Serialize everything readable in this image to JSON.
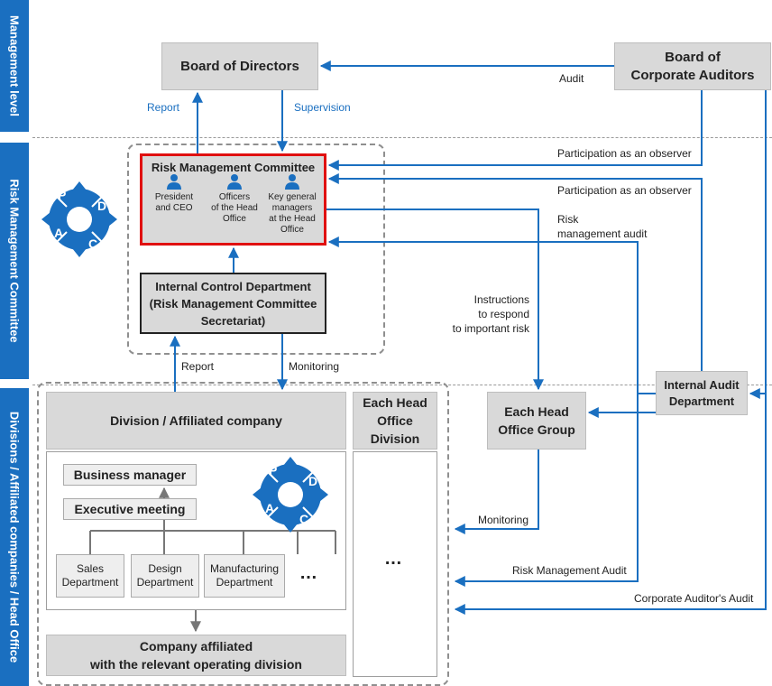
{
  "bands": {
    "management": "Management level",
    "risk": "Risk Management Committee",
    "divisions": "Divisions / Affiliated companies / Head Office"
  },
  "board": "Board of Directors",
  "auditors": [
    "Board of",
    "Corporate Auditors"
  ],
  "arrows": {
    "audit": "Audit",
    "report_top": "Report",
    "supervision": "Supervision",
    "observer1": "Participation as an observer",
    "observer2": "Participation as an observer",
    "rm_audit": [
      "Risk",
      "management audit"
    ],
    "instructions": [
      "Instructions",
      "to respond",
      "to important risk"
    ],
    "report_mid": "Report",
    "monitoring_mid": "Monitoring",
    "monitoring_bottom": "Monitoring",
    "rm_audit_bottom": "Risk Management Audit",
    "ca_audit": "Corporate Auditor's Audit"
  },
  "committee": {
    "title": "Risk Management Committee",
    "members": [
      [
        "President",
        "and CEO"
      ],
      [
        "Officers",
        "of the Head",
        "Office"
      ],
      [
        "Key general",
        "managers",
        "at the Head",
        "Office"
      ]
    ]
  },
  "internal_control": [
    "Internal Control Department",
    "(Risk Management Committee",
    "Secretariat)"
  ],
  "pdca": [
    "P",
    "D",
    "C",
    "A"
  ],
  "internal_audit": [
    "Internal Audit",
    "Department"
  ],
  "head_office_group": [
    "Each Head",
    "Office Group"
  ],
  "division": {
    "header": "Division / Affiliated company",
    "business_manager": "Business manager",
    "executive_meeting": "Executive meeting",
    "departments": [
      [
        "Sales",
        "Department"
      ],
      [
        "Design",
        "Department"
      ],
      [
        "Manufacturing",
        "Department"
      ]
    ],
    "ellipsis": "…",
    "affiliated": [
      "Company affiliated",
      "with the relevant operating division"
    ]
  },
  "head_office_division": {
    "header": [
      "Each Head",
      "Office",
      "Division"
    ],
    "ellipsis": "…"
  },
  "colors": {
    "accent": "#1a6fc0",
    "red": "#e01010",
    "box": "#d9d9d9"
  }
}
